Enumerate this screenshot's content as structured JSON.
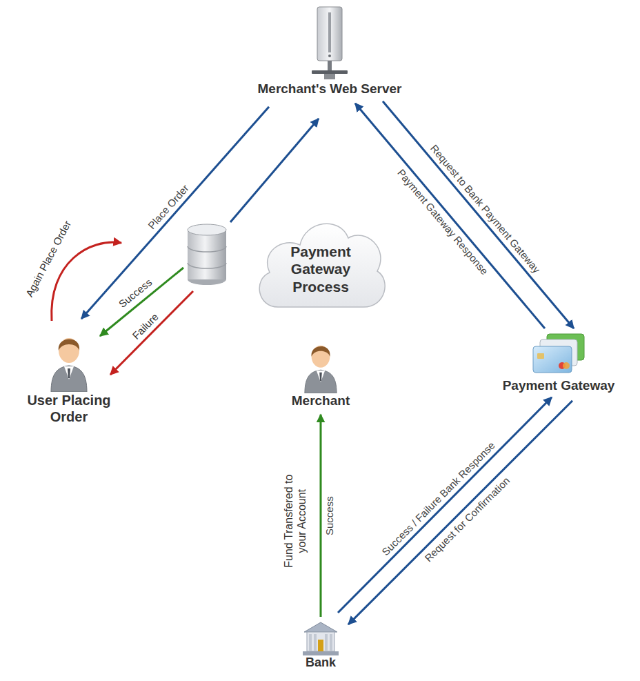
{
  "diagram": {
    "nodes": [
      {
        "text": [
          "Merchant's Web Server"
        ]
      },
      {
        "text": [
          "Payment Gateway Process"
        ]
      },
      {
        "text": [
          "User Placing Order"
        ]
      },
      {
        "text": [
          "Merchant"
        ]
      },
      {
        "text": [
          "Payment Gateway"
        ]
      },
      {
        "text": [
          "Bank"
        ]
      }
    ],
    "edges": [
      {
        "from": 0,
        "to": 2,
        "label": "Place Order",
        "arrow": "to"
      },
      {
        "from": 0,
        "to": 4,
        "label": "Request to Bank Payment Gateway",
        "arrow": "to"
      },
      {
        "from": 4,
        "to": 0,
        "label": "Payment Gateway Response",
        "arrow": "to"
      },
      {
        "from": 4,
        "to": 5,
        "label": "Request for Confirmation",
        "arrow": "to"
      },
      {
        "from": 5,
        "to": 4,
        "label": "Success / Failure Bank Response",
        "arrow": "to"
      },
      {
        "from": 5,
        "to": 3,
        "label": "Success",
        "arrow": "to"
      }
    ],
    "labels": [
      "Again Place Order",
      "Success",
      "Failure",
      "Fund Transfered to your Account"
    ]
  }
}
